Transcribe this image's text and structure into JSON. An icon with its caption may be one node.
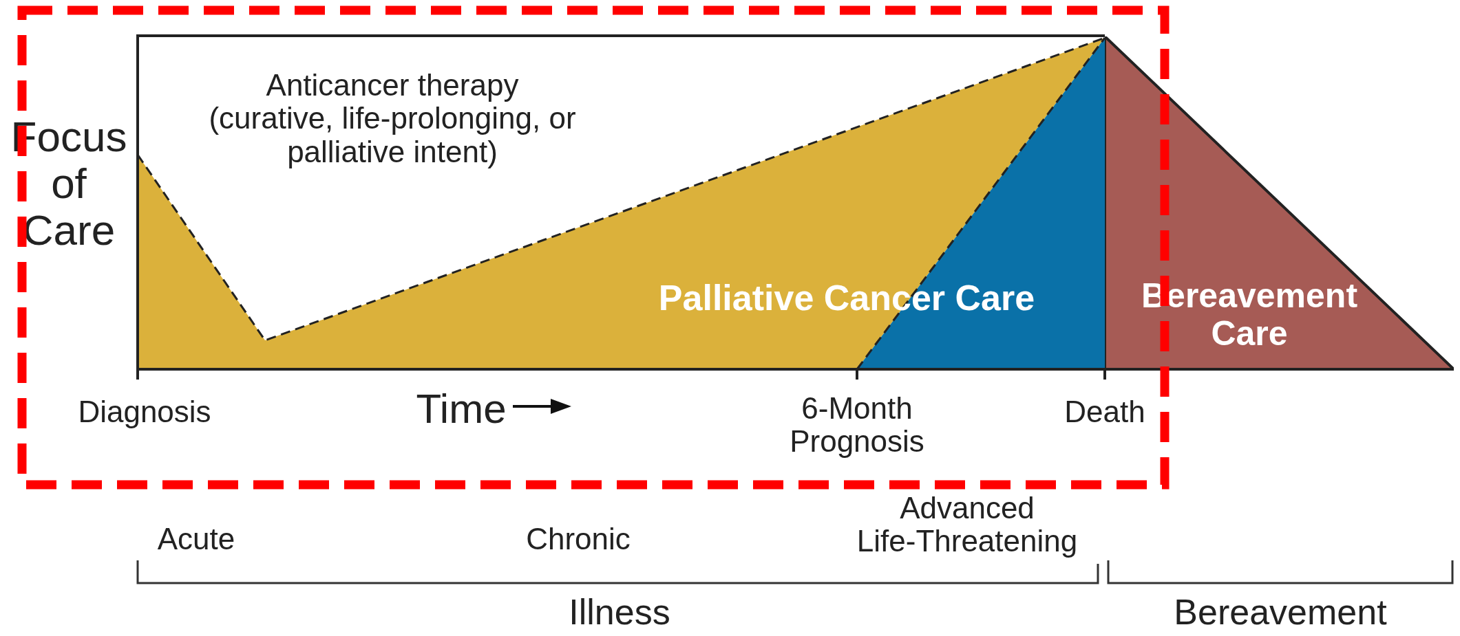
{
  "diagram": {
    "nodes": [
      {
        "text": [
          "Bereavement Care"
        ]
      }
    ],
    "labels": [
      "Focus of Care",
      "Anticancer therapy (curative, life-prolonging, or palliative intent)",
      "Palliative Cancer Care",
      "Diagnosis",
      "Time",
      "6-Month Prognosis",
      "Death",
      "Advanced Life-Threatening",
      "Acute",
      "Chronic",
      "Illness",
      "Bereavement"
    ]
  }
}
